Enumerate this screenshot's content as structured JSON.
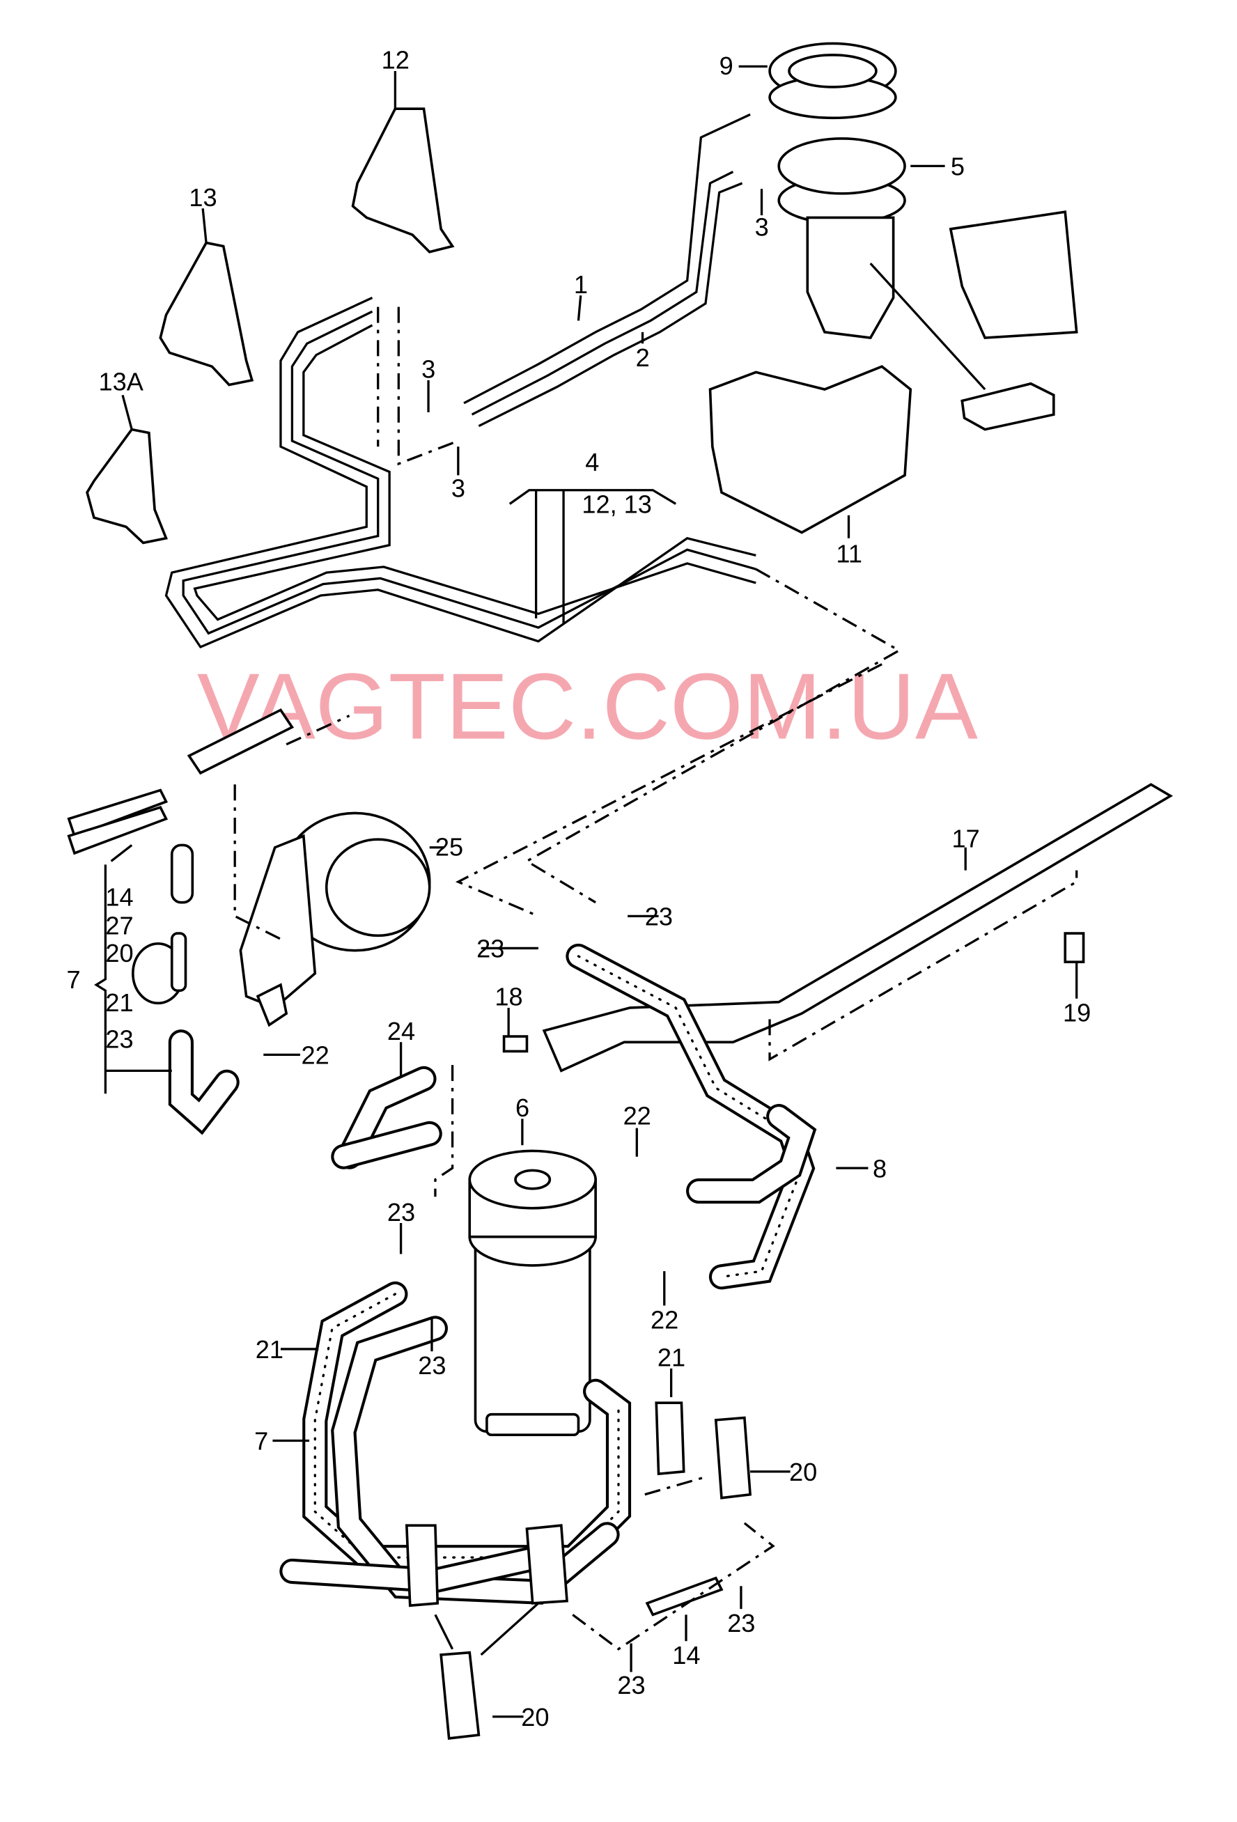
{
  "diagram": {
    "watermark": "VAGTEC.COM.UA",
    "labels": {
      "l12": "12",
      "l13": "13",
      "l13a": "13A",
      "l9": "9",
      "l5": "5",
      "l3a": "3",
      "l1": "1",
      "l2": "2",
      "l3b": "3",
      "l3c": "3",
      "l4": "4",
      "l4sub": "12, 13",
      "l11": "11",
      "l25": "25",
      "l17": "17",
      "l14a": "14",
      "l27": "27",
      "l20a": "20",
      "l7a": "7",
      "l21a": "21",
      "l23a": "23",
      "l23b": "23",
      "l23c": "23",
      "l18": "18",
      "l19": "19",
      "l22a": "22",
      "l24": "24",
      "l6": "6",
      "l22b": "22",
      "l8": "8",
      "l23d": "23",
      "l22c": "22",
      "l23e": "23",
      "l21b": "21",
      "l21c": "21",
      "l7b": "7",
      "l20b": "20",
      "l23f": "23",
      "l14b": "14",
      "l23g": "23",
      "l20c": "20"
    }
  }
}
